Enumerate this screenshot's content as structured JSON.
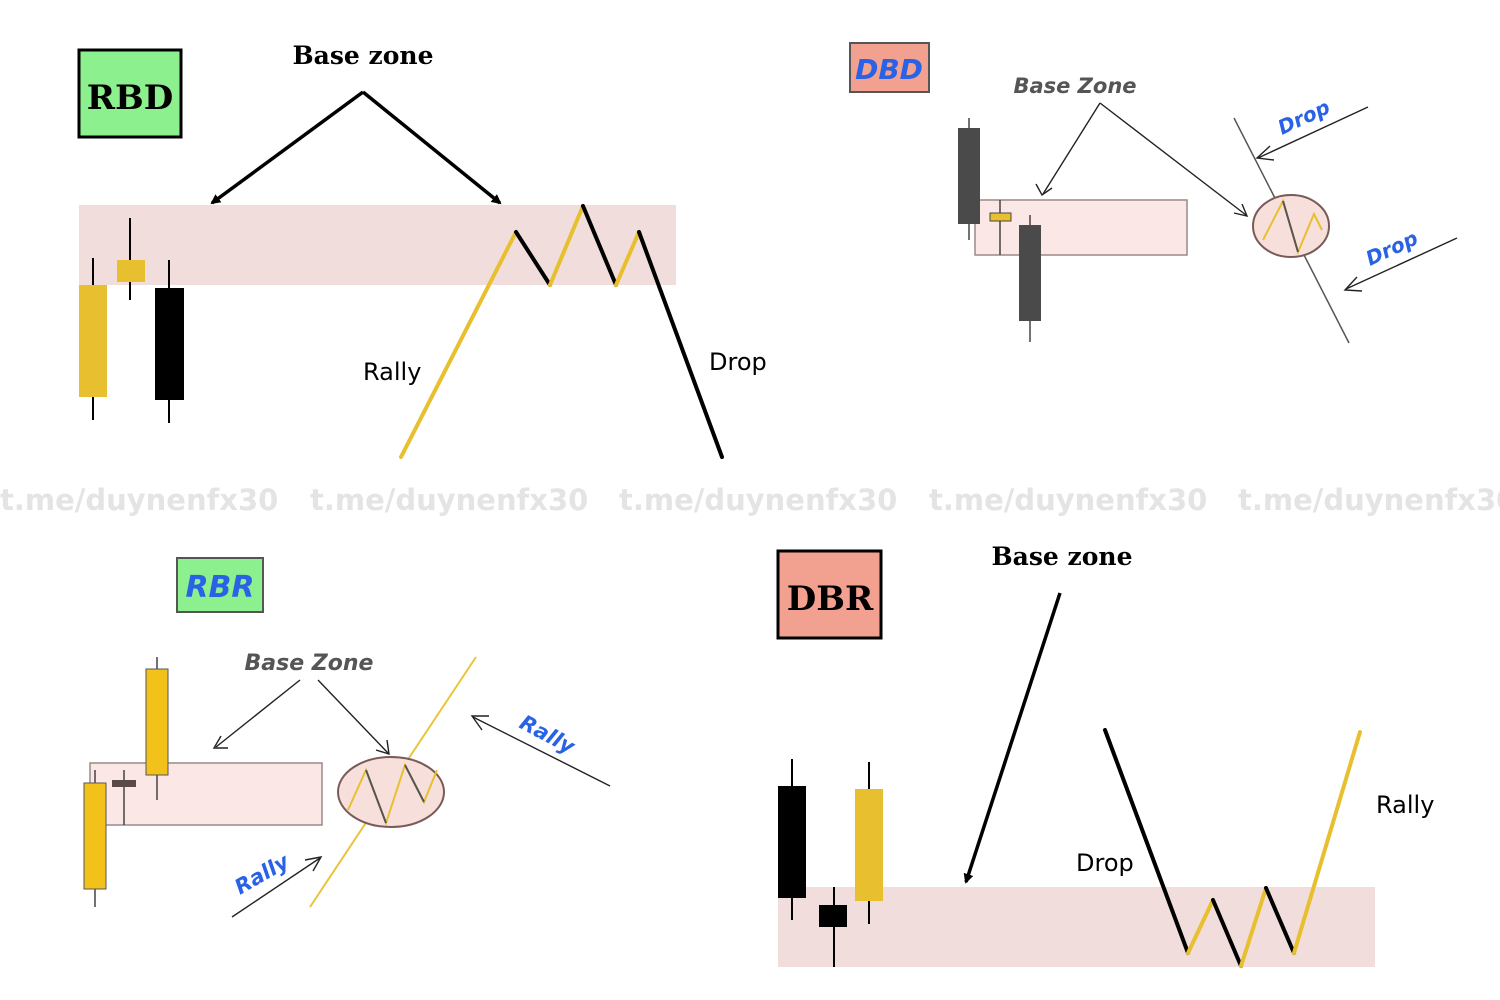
{
  "watermark": "t.me/duynenfx30",
  "colors": {
    "gold": "#e8bf2e",
    "black": "#000000",
    "gray_candle": "#4a4a4a",
    "zone_fill": "#f1dedc",
    "zone_fill_light": "#fbe8e6",
    "green_badge": "#8df08f",
    "salmon_badge": "#f2a090",
    "blue_label": "#2a62e6",
    "watermark": "#e4e4e4"
  },
  "rbd": {
    "badge": "RBD",
    "base_label": "Base zone",
    "rally_label": "Rally",
    "drop_label": "Drop"
  },
  "dbd": {
    "badge": "DBD",
    "base_label": "Base Zone",
    "drop_label_1": "Drop",
    "drop_label_2": "Drop"
  },
  "rbr": {
    "badge": "RBR",
    "base_label": "Base Zone",
    "rally_label_1": "Rally",
    "rally_label_2": "Rally"
  },
  "dbr": {
    "badge": "DBR",
    "base_label": "Base zone",
    "drop_label": "Drop",
    "rally_label": "Rally"
  }
}
